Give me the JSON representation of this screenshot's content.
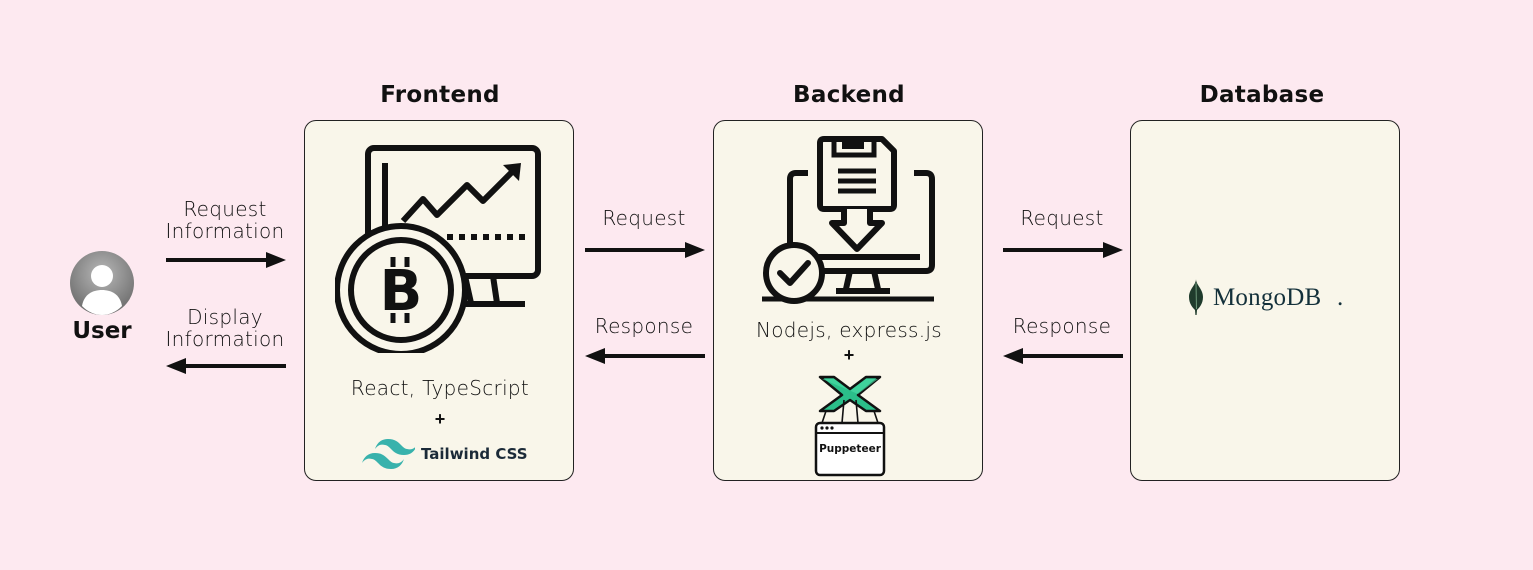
{
  "user": {
    "label": "User",
    "icon": "user-avatar-icon"
  },
  "columns": {
    "frontend": {
      "heading": "Frontend",
      "tech": "React, TypeScript",
      "plus": "+",
      "logo_text": "Tailwind CSS",
      "icon": "monitor-bitcoin-chart-icon"
    },
    "backend": {
      "heading": "Backend",
      "tech": "Nodejs, express.js",
      "plus": "+",
      "logo_text": "Puppeteer",
      "icon": "computer-download-check-icon"
    },
    "database": {
      "heading": "Database",
      "logo_text": "MongoDB",
      "logo_mark": "."
    }
  },
  "arrows": {
    "user_to_frontend": {
      "line1": "Request",
      "line2": "Information"
    },
    "frontend_to_user": {
      "line1": "Display",
      "line2": "Information"
    },
    "frontend_to_backend": "Request",
    "backend_to_frontend": "Response",
    "backend_to_database": "Request",
    "database_to_backend": "Response"
  },
  "colors": {
    "background": "#fde9f0",
    "box": "#f9f6ea",
    "tailwind": "#38b2ac",
    "puppeteer": "#2bbf8a",
    "mongodb_leaf": "#1f3b2c",
    "mongodb_text": "#13303a"
  }
}
